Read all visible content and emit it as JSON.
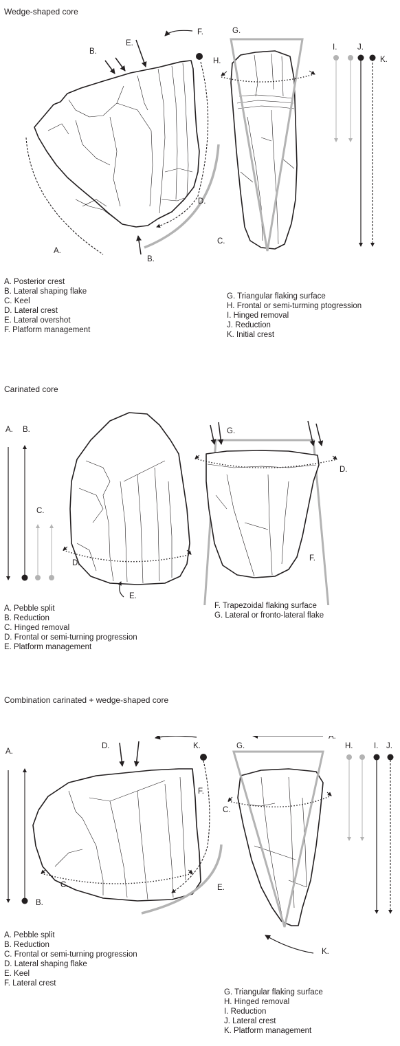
{
  "panel1": {
    "title": "Wedge-shaped core",
    "labels": {
      "A": "A.",
      "B1": "B.",
      "B2": "B.",
      "C": "C.",
      "D": "D.",
      "E": "E.",
      "F": "F.",
      "G": "G.",
      "H": "H.",
      "I": "I.",
      "J": "J.",
      "K": "K."
    },
    "legend_left": [
      "A. Posterior crest",
      "B. Lateral shaping flake",
      "C. Keel",
      "D. Lateral crest",
      "E. Lateral overshot",
      "F. Platform management"
    ],
    "legend_right": [
      "G. Triangular flaking surface",
      "H.  Frontal or semi-turming ptogression",
      "I. Hinged removal",
      "J. Reduction",
      "K. Initial crest"
    ]
  },
  "panel2": {
    "title": "Carinated core",
    "labels": {
      "A": "A.",
      "B": "B.",
      "C": "C.",
      "D1": "D.",
      "D2": "D.",
      "E": "E.",
      "F": "F.",
      "G": "G."
    },
    "legend_left": [
      "A. Pebble split",
      "B. Reduction",
      "C. Hinged removal",
      "D. Frontal or semi-turning progression",
      "E. Platform management"
    ],
    "legend_right": [
      "F. Trapezoidal flaking surface",
      "G. Lateral or fronto-lateral flake"
    ]
  },
  "panel3": {
    "title": "Combination carinated + wedge-shaped core",
    "labels": {
      "A1": "A.",
      "A2": "A.",
      "B": "B.",
      "C1": "C.",
      "C2": "C.",
      "D": "D.",
      "E": "E.",
      "F": "F.",
      "G": "G.",
      "H": "H.",
      "I": "I.",
      "J": "J.",
      "K1": "K.",
      "K2": "K."
    },
    "legend_left": [
      "A. Pebble split",
      "B. Reduction",
      "C. Frontal or semi-turning progression",
      "D. Lateral shaping flake",
      "E. Keel",
      "F. Lateral crest"
    ],
    "legend_right": [
      "G. Triangular flaking surface",
      "H. Hinged removal",
      "I. Reduction",
      "J. Lateral crest",
      "K. Platform management"
    ]
  },
  "colors": {
    "ink": "#231f20",
    "gray": "#b3b3b3"
  }
}
